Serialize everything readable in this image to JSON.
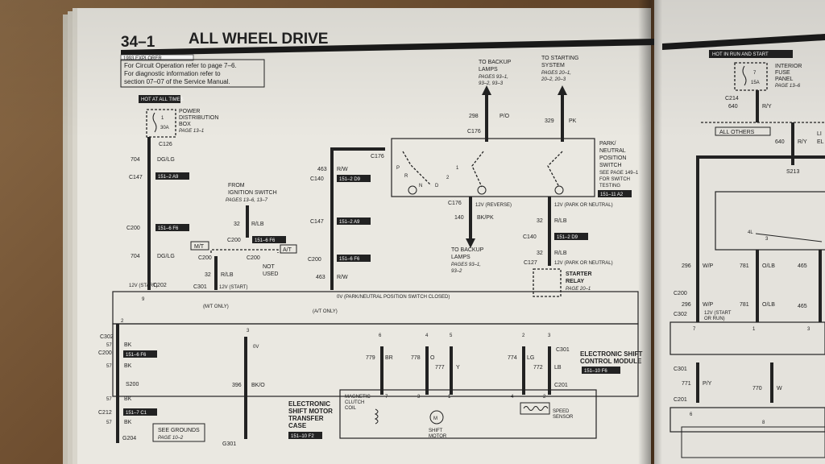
{
  "header": {
    "section": "34–1",
    "title": "ALL WHEEL DRIVE",
    "model_tag": "1993 EXPLORER",
    "note_lines": [
      "For Circuit Operation refer to page 7–6.",
      "For diagnostic information refer to",
      "section 07–07 of the Service Manual."
    ]
  },
  "fuse_block": {
    "hot_tag": "HOT AT ALL TIMES",
    "fuse_num": "1",
    "fuse_amp": "30A",
    "name_lines": [
      "POWER",
      "DISTRIBUTION",
      "BOX"
    ],
    "page_ref": "PAGE 13–1"
  },
  "connectors": {
    "c126": "C126",
    "c147a": "C147",
    "c200a": "C200",
    "c202": "C202",
    "c200b": "C200",
    "c200c": "C200",
    "c200d": "C200",
    "c301a": "C301",
    "c140a": "C140",
    "c147b": "C147",
    "c176a": "C176",
    "c176b": "C176",
    "c176c": "C176",
    "c140b": "C140",
    "c127": "C127",
    "c302": "C302",
    "c200e": "C200",
    "s200": "S200",
    "c212": "C212",
    "g204": "G204",
    "g301": "G301",
    "c301b": "C301",
    "c201": "C201"
  },
  "refs": {
    "r151_2_a9": "151–2 A9",
    "r151_6_f6": "151–6 F6",
    "r151_6_f6b": "151–6 F6",
    "r151_2_d9": "151–2 D9",
    "r151_2_a9b": "151–2 A9",
    "r151_6_f6c": "151–6 F6",
    "r151_11_a2": "151–11 A2",
    "r151_2_d9b": "151–2 D9",
    "r151_6_f6d": "151–6 F6",
    "r151_7_c1": "151–7 C1",
    "r151_10_f2": "151–10 F2",
    "r151_10_f6": "151–10 F6"
  },
  "wires": {
    "w704a_num": "704",
    "w704a_col": "DG/LG",
    "w704b_num": "704",
    "w704b_col": "DG/LG",
    "w32a_num": "32",
    "w32a_col": "R/LB",
    "w32b_num": "32",
    "w32b_col": "R/LB",
    "w463a_num": "463",
    "w463a_col": "R/W",
    "w463b_num": "463",
    "w463b_col": "R/W",
    "w298_num": "298",
    "w298_col": "P/O",
    "w329_num": "329",
    "w329_col": "PK",
    "w140_num": "140",
    "w140_col": "BK/PK",
    "w32c_num": "32",
    "w32c_col": "R/LB",
    "w32d_num": "32",
    "w32d_col": "R/LB",
    "w57a_num": "57",
    "w57a_col": "BK",
    "w57b_num": "57",
    "w57b_col": "BK",
    "w57c_num": "57",
    "w57c_col": "BK",
    "w57d_num": "57",
    "w57d_col": "BK",
    "w396_num": "396",
    "w396_col": "BK/O",
    "w779_num": "779",
    "w779_col": "BR",
    "w778_num": "778",
    "w778_col": "O",
    "w777_num": "777",
    "w777_col": "Y",
    "w774_num": "774",
    "w774_col": "LG",
    "w772_num": "772",
    "w772_col": "LB"
  },
  "labels": {
    "from_ign": [
      "FROM",
      "IGNITION SWITCH"
    ],
    "from_ign_pages": "PAGES 13–6, 13–7",
    "mt": "M/T",
    "at": "A/T",
    "not_used": [
      "NOT",
      "USED"
    ],
    "v12_start": "12V (START)",
    "v0_park": "0V (PARK/NEUTRAL POSITION SWITCH CLOSED)",
    "mt_only": "(M/T ONLY)",
    "at_only": "(A/T ONLY)",
    "to_backup_top": [
      "TO BACKUP",
      "LAMPS"
    ],
    "to_backup_top_pages": [
      "PAGES 93–1,",
      "93–2, 93–3"
    ],
    "to_starting": [
      "TO STARTING",
      "SYSTEM"
    ],
    "to_starting_pages": [
      "PAGES 20–1,",
      "20–2, 20–3"
    ],
    "pns_name": [
      "PARK/",
      "NEUTRAL",
      "POSITION",
      "SWITCH"
    ],
    "pns_see": [
      "SEE PAGE 149–1",
      "FOR SWITCH",
      "TESTING"
    ],
    "v12_reverse": "12V (REVERSE)",
    "v12_park_neutral": "12V (PARK OR NEUTRAL)",
    "v12_park_neutral2": "12V (PARK OR NEUTRAL)",
    "to_backup_bot": [
      "TO BACKUP",
      "LAMPS"
    ],
    "to_backup_bot_pages": [
      "PAGES 93–1,",
      "93–2"
    ],
    "starter_relay": [
      "STARTER",
      "RELAY"
    ],
    "starter_page": "PAGE 20–1",
    "v0": "0V",
    "see_grounds": "SEE GROUNDS",
    "see_grounds_page": "PAGE 10–2",
    "esm_case": [
      "ELECTRONIC",
      "SHIFT MOTOR",
      "TRANSFER",
      "CASE"
    ],
    "mag_clutch": [
      "MAGNETIC",
      "CLUTCH",
      "COIL"
    ],
    "shift_motor": [
      "SHIFT",
      "MOTOR"
    ],
    "speed_sensor": [
      "SPEED",
      "SENSOR"
    ],
    "escm": [
      "ELECTRONIC SHIFT",
      "CONTROL MODULE"
    ]
  },
  "pins": {
    "p9": "9",
    "p2": "2",
    "p3": "3",
    "p6": "6",
    "p4": "4",
    "p5": "5",
    "p2b": "2",
    "p3b": "3",
    "pm7": "7",
    "pm3": "3",
    "pm1": "1",
    "pm4": "4",
    "pm2": "2"
  },
  "pns_letters": [
    "P",
    "R",
    "N",
    "D",
    "2",
    "1"
  ],
  "right_page": {
    "hot_tag": "HOT IN RUN AND START",
    "fuse_num": "7",
    "fuse_amp": "15A",
    "name_lines": [
      "INTERIOR",
      "FUSE",
      "PANEL"
    ],
    "page_ref": "PAGE 13–6",
    "c214": "C214",
    "w640_num": "640",
    "w640_col": "R/Y",
    "w640b_num": "640",
    "w640b_col": "R/Y",
    "all_others": "ALL OTHERS",
    "s213": "S213",
    "w296a_num": "296",
    "w296a_col": "W/P",
    "w781a_num": "781",
    "w781a_col": "O/LB",
    "w465a_num": "465",
    "w296b_num": "296",
    "w296b_col": "W/P",
    "w781b_num": "781",
    "w781b_col": "O/LB",
    "w465b_num": "465",
    "c200": "C200",
    "c302": "C302",
    "v12_start_run": [
      "12V (START",
      "OR RUN)"
    ],
    "c301": "C301",
    "w771_num": "771",
    "w771_col": "P/Y",
    "w770_num": "770",
    "w770_col": "W",
    "c201": "C201",
    "li": "LI",
    "el": "EL",
    "p4l": "4L",
    "p7": "7",
    "p1": "1",
    "p3": "3",
    "p6": "6",
    "p8": "8"
  }
}
